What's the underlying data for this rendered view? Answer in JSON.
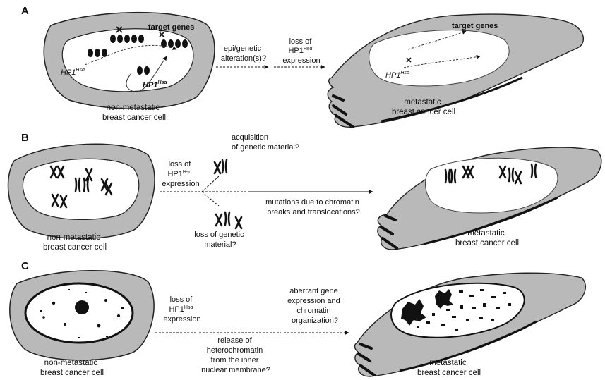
{
  "panels": [
    {
      "letter": "A",
      "target_genes_left": "target genes",
      "hp1_left_upper": "HP1",
      "hp1_left_lower": "HP1",
      "hp1_sup": "Hsα",
      "arrow1": [
        "epi/genetic",
        "alteration(s)?"
      ],
      "arrow2": [
        "loss of",
        "HP1",
        "expression"
      ],
      "left_caption": [
        "non-metastatic",
        "breast cancer cell"
      ],
      "target_genes_right": "target genes",
      "hp1_right": "HP1",
      "right_caption": [
        "metastatic",
        "breast cancer cell"
      ]
    },
    {
      "letter": "B",
      "arrow1": [
        "loss of",
        "HP1",
        "expression"
      ],
      "upper_branch": [
        "acquisition",
        "of genetic material?"
      ],
      "lower_branch": [
        "loss of genetic",
        "material?"
      ],
      "main_arrow": [
        "mutations due to chromatin",
        "breaks and translocations?"
      ],
      "left_caption": [
        "non-metastatic",
        "breast cancer cell"
      ],
      "right_caption": [
        "metastatic",
        "breast cancer cell"
      ]
    },
    {
      "letter": "C",
      "arrow1": [
        "loss of",
        "HP1",
        "expression"
      ],
      "release": [
        "release of",
        "heterochromatin",
        "from the inner",
        "nuclear membrane?"
      ],
      "arrow2": [
        "aberrant gene",
        "expression and",
        "chromatin",
        "organization?"
      ],
      "left_caption": [
        "non-metastatic",
        "breast cancer cell"
      ],
      "right_caption": [
        "metastatic",
        "breast cancer cell"
      ]
    }
  ],
  "colors": {
    "cytoplasm": "#b9b9b9",
    "nucleus": "#ffffff",
    "ink": "#111111"
  }
}
